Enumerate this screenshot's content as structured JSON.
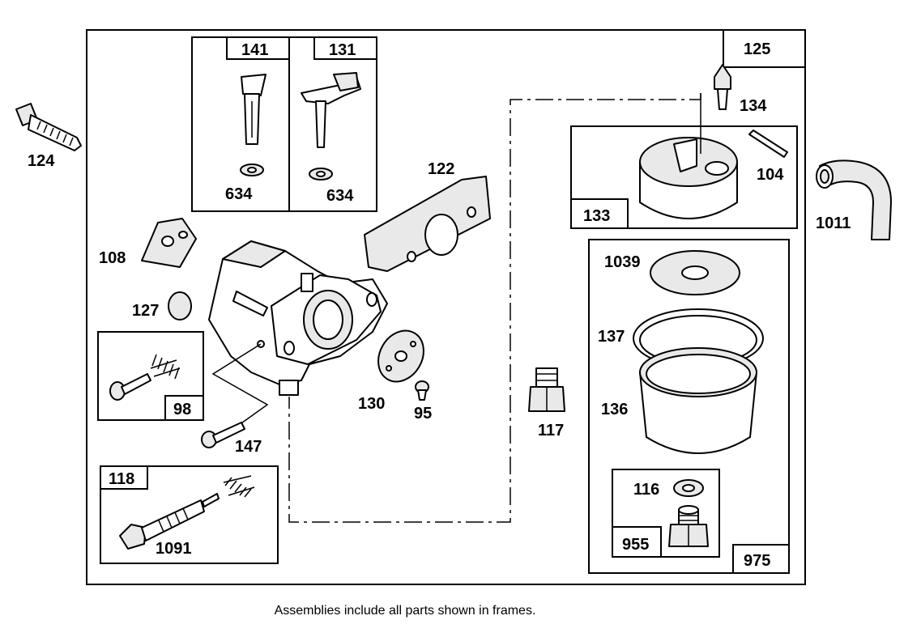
{
  "caption": "Assemblies include all parts shown in frames.",
  "labels": {
    "l124": "124",
    "l141": "141",
    "l131": "131",
    "l634a": "634",
    "l634b": "634",
    "l125": "125",
    "l134": "134",
    "l133": "133",
    "l104": "104",
    "l1011": "1011",
    "l122": "122",
    "l108": "108",
    "l127": "127",
    "l98": "98",
    "l147": "147",
    "l130": "130",
    "l95": "95",
    "l117": "117",
    "l1039": "1039",
    "l137": "137",
    "l136": "136",
    "l116": "116",
    "l955": "955",
    "l975": "975",
    "l118": "118",
    "l1091": "1091"
  },
  "colors": {
    "line": "#000000",
    "background": "#ffffff",
    "shade": "#e9e9e9"
  }
}
